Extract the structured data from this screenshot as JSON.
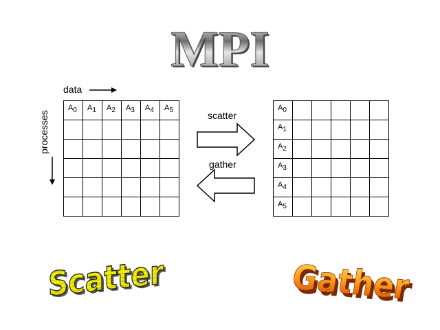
{
  "title": "MPI",
  "axis": {
    "data": "data",
    "processes": "processes"
  },
  "operations": {
    "scatter": "scatter",
    "gather": "gather"
  },
  "left_grid": {
    "rows": 6,
    "cols": 6,
    "header": [
      {
        "base": "A",
        "sub": "0"
      },
      {
        "base": "A",
        "sub": "1"
      },
      {
        "base": "A",
        "sub": "2"
      },
      {
        "base": "A",
        "sub": "3"
      },
      {
        "base": "A",
        "sub": "4"
      },
      {
        "base": "A",
        "sub": "5"
      }
    ]
  },
  "right_grid": {
    "rows": 6,
    "cols": 6,
    "first_column": [
      {
        "base": "A",
        "sub": "0"
      },
      {
        "base": "A",
        "sub": "1"
      },
      {
        "base": "A",
        "sub": "2"
      },
      {
        "base": "A",
        "sub": "3"
      },
      {
        "base": "A",
        "sub": "4"
      },
      {
        "base": "A",
        "sub": "5"
      }
    ]
  },
  "wordart": {
    "scatter": "Scatter",
    "gather": "Gather"
  },
  "colors": {
    "scatter_fill": "#f5f000",
    "gather_top": "#ffd23a",
    "gather_bottom": "#e04b00",
    "title_gray": "#9a9a9a"
  }
}
